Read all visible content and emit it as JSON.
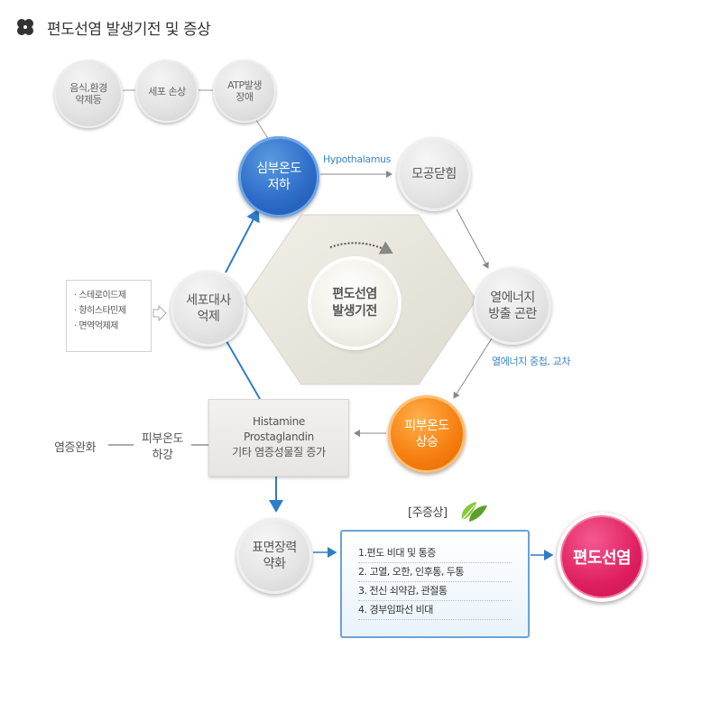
{
  "title": "편도선염 발생기전 및 증상",
  "top_chain": [
    "음식,환경\n약제등",
    "세포 손상",
    "ATP발생\n장애"
  ],
  "nodes": {
    "core_temp_drop": "심부온도\n저하",
    "pore_close": "모공닫힘",
    "heat_release": "열에너지\n방출 곤란",
    "skin_temp_rise": "피부온도\n상승",
    "cell_metabolism": "세포대사\n억제",
    "surface_tension": "표면장력\n약화",
    "skin_temp_drop": "피부온도\n하강",
    "center": "편도선염\n발생기전",
    "result": "편도선염"
  },
  "labels": {
    "hypothalamus": "Hypothalamus",
    "heat_overlap": "열에너지 중첩, 교차",
    "inflammation_relief": "염증완화"
  },
  "side_box": [
    "· 스테로이드제",
    "· 항히스타민제",
    "· 면역억제제"
  ],
  "histamine_box": [
    "Histamine",
    "Prostaglandin",
    "기타 염증성물질 증가"
  ],
  "symptoms": {
    "tag": "[주증상]",
    "items": [
      "1.편도 비대 및 통증",
      "2. 고열, 오한, 인후통, 두통",
      "3. 전신 쇠약감, 관절통",
      "4. 경부임파선 비대"
    ]
  },
  "colors": {
    "arrow_blue": "#2f7cc7",
    "arrow_gray": "#888888",
    "node_blue": "#2d6cc8",
    "node_orange": "#f67f10",
    "node_pink": "#df1f60"
  }
}
